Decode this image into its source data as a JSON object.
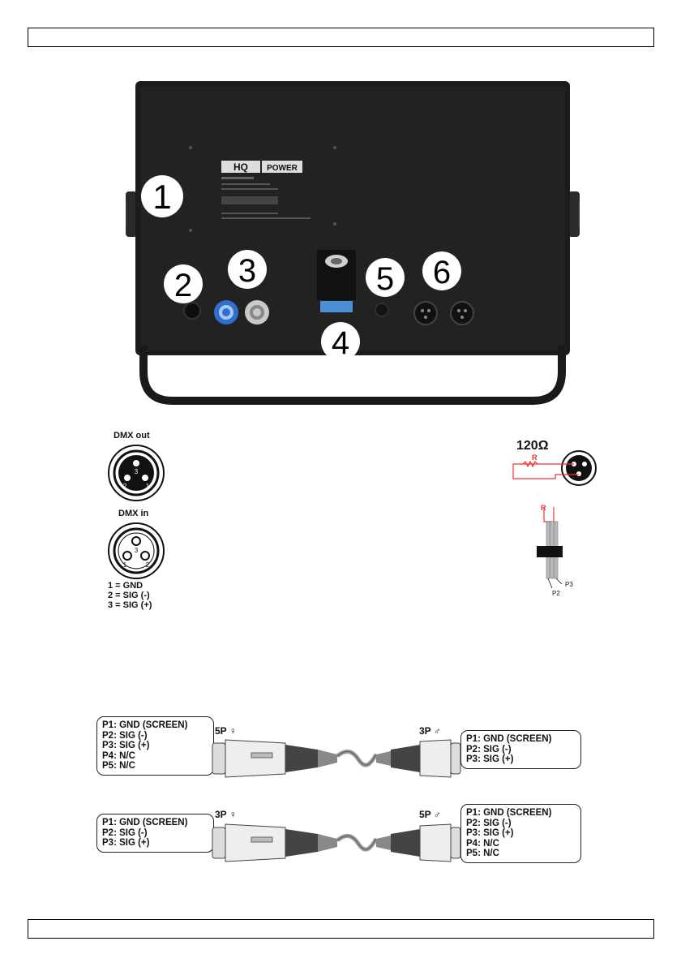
{
  "device": {
    "brand_left": "HQ",
    "brand_right": "POWER",
    "callouts": [
      "1",
      "2",
      "3",
      "4",
      "5",
      "6"
    ],
    "colors": {
      "body": "#1c1c1c",
      "powercon_in": "#2f6fd0",
      "powercon_out": "#c9c9c9",
      "display": "#4a8fd8"
    }
  },
  "dmx": {
    "out_label": "DMX out",
    "in_label": "DMX in",
    "pins": [
      "1",
      "2",
      "3"
    ],
    "legend": [
      "1 = GND",
      "2 = SIG (-)",
      "3 = SIG (+)"
    ],
    "terminator_label": "120Ω",
    "resistor_label": "R",
    "wire_labels": [
      "P3",
      "P2"
    ]
  },
  "cables": [
    {
      "left_connector": "5P ♀",
      "right_connector": "3P ♂",
      "left_pins": [
        "P1: GND (SCREEN)",
        "P2: SIG (-)",
        "P3: SIG (+)",
        "P4: N/C",
        "P5: N/C"
      ],
      "right_pins": [
        "P1: GND (SCREEN)",
        "P2: SIG (-)",
        "P3: SIG (+)"
      ]
    },
    {
      "left_connector": "3P ♀",
      "right_connector": "5P ♂",
      "left_pins": [
        "P1: GND (SCREEN)",
        "P2: SIG (-)",
        "P3: SIG (+)"
      ],
      "right_pins": [
        "P1: GND (SCREEN)",
        "P2: SIG (-)",
        "P3: SIG (+)",
        "P4: N/C",
        "P5: N/C"
      ]
    }
  ]
}
